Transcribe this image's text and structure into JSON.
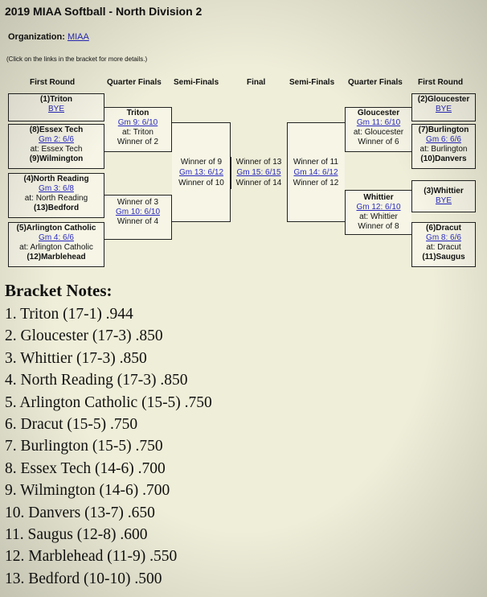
{
  "title": "2019 MIAA Softball - North Division 2",
  "organization": {
    "label": "Organization:",
    "link": "MIAA"
  },
  "hint": "(Click on the links in the bracket for more details.)",
  "columns": {
    "first_round": "First Round",
    "quarter_finals": "Quarter Finals",
    "semi_finals": "Semi-Finals",
    "final": "Final",
    "semi_finals_r": "Semi-Finals",
    "quarter_finals_r": "Quarter Finals",
    "first_round_r": "First Round"
  },
  "left_first_round": [
    {
      "top": "(1)Triton",
      "game": "BYE",
      "site": "",
      "bottom": ""
    },
    {
      "top": "(8)Essex Tech",
      "game": "Gm 2: 6/6",
      "site": "at: Essex Tech",
      "bottom": "(9)Wilmington"
    },
    {
      "top": "(4)North Reading",
      "game": "Gm 3: 6/8",
      "site": "at: North Reading",
      "bottom": "(13)Bedford"
    },
    {
      "top": "(5)Arlington Catholic",
      "game": "Gm 4: 6/6",
      "site": "at: Arlington Catholic",
      "bottom": "(12)Marblehead"
    }
  ],
  "left_quarter_finals": [
    {
      "top": "Triton",
      "game": "Gm 9: 6/10",
      "site": "at: Triton",
      "bottom": "Winner of 2"
    },
    {
      "top": "Winner of 3",
      "game": "Gm 10: 6/10",
      "site": "",
      "bottom": "Winner of 4"
    }
  ],
  "left_semi": {
    "top": "Winner of 9",
    "game": "Gm 13: 6/12",
    "bottom": "Winner of 10"
  },
  "final": {
    "top": "Winner of 13",
    "game": "Gm 15: 6/15",
    "bottom": "Winner of 14"
  },
  "right_semi": {
    "top": "Winner of 11",
    "game": "Gm 14: 6/12",
    "bottom": "Winner of 12"
  },
  "right_quarter_finals": [
    {
      "top": "Gloucester",
      "game": "Gm 11: 6/10",
      "site": "at: Gloucester",
      "bottom": "Winner of 6"
    },
    {
      "top": "Whittier",
      "game": "Gm 12: 6/10",
      "site": "at: Whittier",
      "bottom": "Winner of 8"
    }
  ],
  "right_first_round": [
    {
      "top": "(2)Gloucester",
      "game": "BYE",
      "site": "",
      "bottom": ""
    },
    {
      "top": "(7)Burlington",
      "game": "Gm 6: 6/6",
      "site": "at: Burlington",
      "bottom": "(10)Danvers"
    },
    {
      "top": "(3)Whittier",
      "game": "BYE",
      "site": "",
      "bottom": ""
    },
    {
      "top": "(6)Dracut",
      "game": "Gm 8: 6/6",
      "site": "at: Dracut",
      "bottom": "(11)Saugus"
    }
  ],
  "notes_title": "Bracket Notes:",
  "notes": [
    "1. Triton (17-1) .944",
    "2. Gloucester (17-3) .850",
    "3. Whittier (17-3) .850",
    "4. North Reading (17-3) .850",
    "5. Arlington Catholic (15-5) .750",
    "6. Dracut (15-5) .750",
    "7. Burlington (15-5) .750",
    "8. Essex Tech (14-6) .700",
    "9. Wilmington (14-6) .700",
    "10. Danvers (13-7) .650",
    "11. Saugus (12-8) .600",
    "12. Marblehead (11-9) .550",
    "13. Bedford (10-10) .500"
  ]
}
